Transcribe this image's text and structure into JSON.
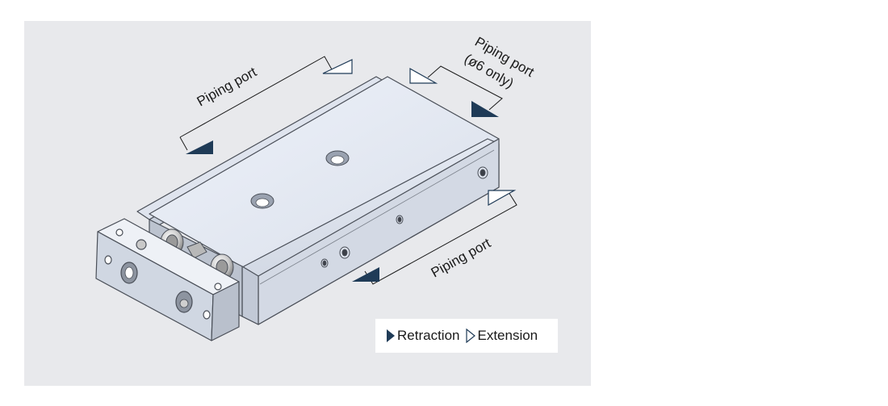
{
  "labels": {
    "port_top_left": "Piping port",
    "port_top_right_line1": "Piping port",
    "port_top_right_line2": "(ø6 only)",
    "port_bottom_right": "Piping port"
  },
  "legend": {
    "retraction": "Retraction",
    "extension": "Extension"
  },
  "colors": {
    "retraction_marker": "#1f3b57",
    "extension_marker": "#ffffff",
    "panel_background": "#e8e9ec"
  }
}
